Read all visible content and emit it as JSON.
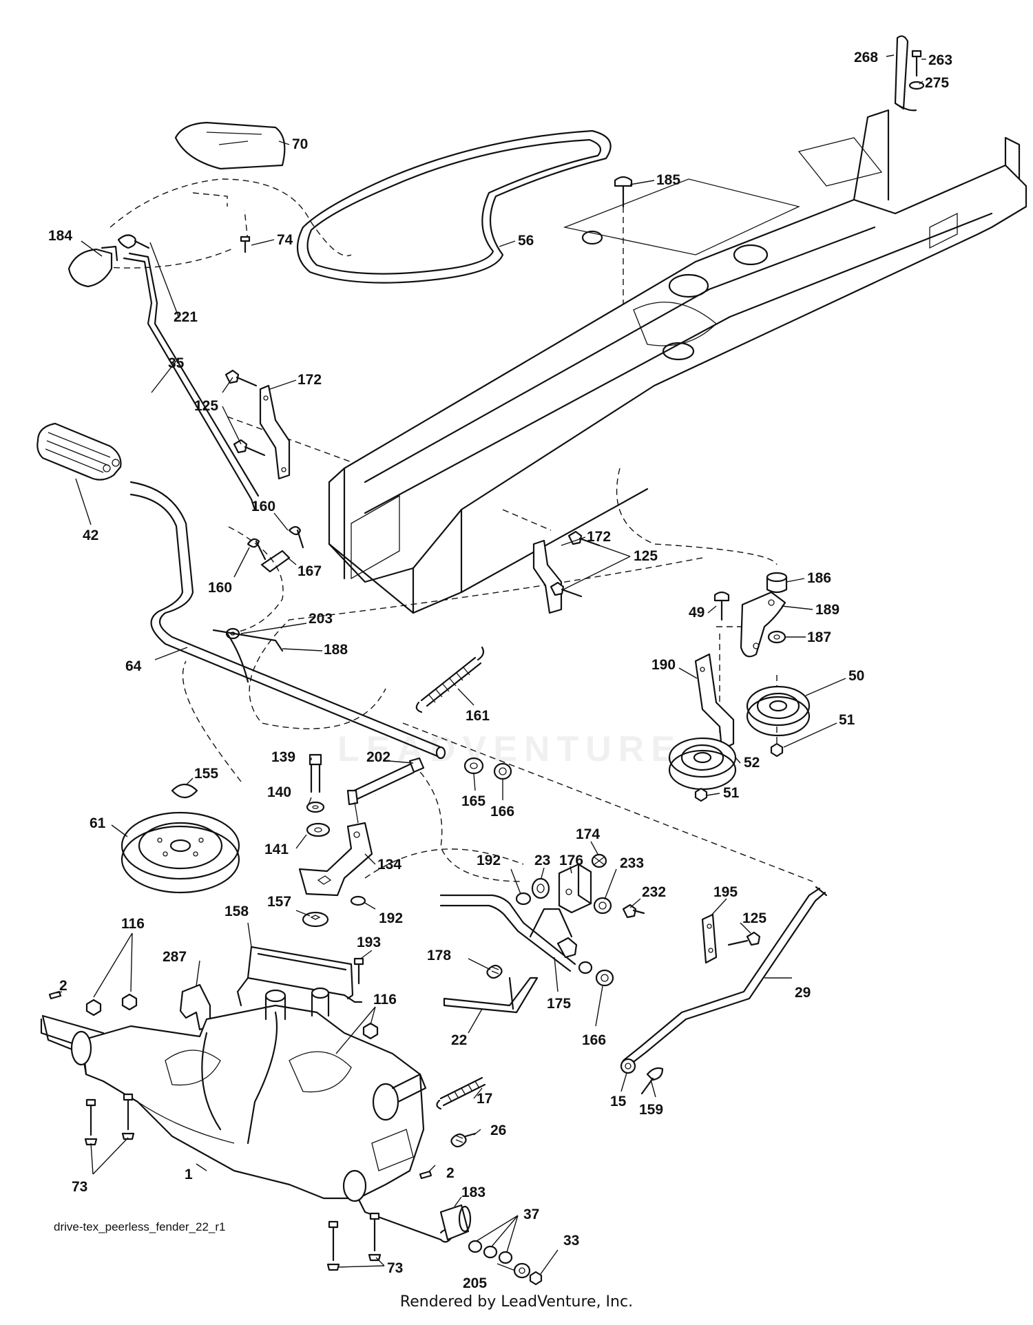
{
  "diagram_id": "drive-tex_peerless_fender_22_r1",
  "footer": "Rendered by LeadVenture, Inc.",
  "watermark": "LEADVENTURE",
  "callouts": [
    {
      "id": "c-268",
      "label": "268"
    },
    {
      "id": "c-263",
      "label": "263"
    },
    {
      "id": "c-275",
      "label": "275"
    },
    {
      "id": "c-70",
      "label": "70"
    },
    {
      "id": "c-185",
      "label": "185"
    },
    {
      "id": "c-56",
      "label": "56"
    },
    {
      "id": "c-74",
      "label": "74"
    },
    {
      "id": "c-221",
      "label": "221"
    },
    {
      "id": "c-184",
      "label": "184"
    },
    {
      "id": "c-35",
      "label": "35"
    },
    {
      "id": "c-172a",
      "label": "172"
    },
    {
      "id": "c-125a",
      "label": "125"
    },
    {
      "id": "c-42",
      "label": "42"
    },
    {
      "id": "c-160a",
      "label": "160"
    },
    {
      "id": "c-172b",
      "label": "172"
    },
    {
      "id": "c-125b",
      "label": "125"
    },
    {
      "id": "c-167",
      "label": "167"
    },
    {
      "id": "c-160b",
      "label": "160"
    },
    {
      "id": "c-186",
      "label": "186"
    },
    {
      "id": "c-189",
      "label": "189"
    },
    {
      "id": "c-49",
      "label": "49"
    },
    {
      "id": "c-203",
      "label": "203"
    },
    {
      "id": "c-187",
      "label": "187"
    },
    {
      "id": "c-188",
      "label": "188"
    },
    {
      "id": "c-64",
      "label": "64"
    },
    {
      "id": "c-50",
      "label": "50"
    },
    {
      "id": "c-190",
      "label": "190"
    },
    {
      "id": "c-51a",
      "label": "51"
    },
    {
      "id": "c-161",
      "label": "161"
    },
    {
      "id": "c-52",
      "label": "52"
    },
    {
      "id": "c-139",
      "label": "139"
    },
    {
      "id": "c-202",
      "label": "202"
    },
    {
      "id": "c-51b",
      "label": "51"
    },
    {
      "id": "c-155",
      "label": "155"
    },
    {
      "id": "c-140",
      "label": "140"
    },
    {
      "id": "c-165",
      "label": "165"
    },
    {
      "id": "c-166a",
      "label": "166"
    },
    {
      "id": "c-61",
      "label": "61"
    },
    {
      "id": "c-141",
      "label": "141"
    },
    {
      "id": "c-174",
      "label": "174"
    },
    {
      "id": "c-134",
      "label": "134"
    },
    {
      "id": "c-192a",
      "label": "192"
    },
    {
      "id": "c-23",
      "label": "23"
    },
    {
      "id": "c-176",
      "label": "176"
    },
    {
      "id": "c-233",
      "label": "233"
    },
    {
      "id": "c-195",
      "label": "195"
    },
    {
      "id": "c-157",
      "label": "157"
    },
    {
      "id": "c-192b",
      "label": "192"
    },
    {
      "id": "c-232",
      "label": "232"
    },
    {
      "id": "c-116a",
      "label": "116"
    },
    {
      "id": "c-158",
      "label": "158"
    },
    {
      "id": "c-125c",
      "label": "125"
    },
    {
      "id": "c-193",
      "label": "193"
    },
    {
      "id": "c-178",
      "label": "178"
    },
    {
      "id": "c-287",
      "label": "287"
    },
    {
      "id": "c-116b",
      "label": "116"
    },
    {
      "id": "c-175",
      "label": "175"
    },
    {
      "id": "c-29",
      "label": "29"
    },
    {
      "id": "c-2a",
      "label": "2"
    },
    {
      "id": "c-22",
      "label": "22"
    },
    {
      "id": "c-166b",
      "label": "166"
    },
    {
      "id": "c-17",
      "label": "17"
    },
    {
      "id": "c-15",
      "label": "15"
    },
    {
      "id": "c-159",
      "label": "159"
    },
    {
      "id": "c-26",
      "label": "26"
    },
    {
      "id": "c-73a",
      "label": "73"
    },
    {
      "id": "c-2b",
      "label": "2"
    },
    {
      "id": "c-1",
      "label": "1"
    },
    {
      "id": "c-183",
      "label": "183"
    },
    {
      "id": "c-37",
      "label": "37"
    },
    {
      "id": "c-33",
      "label": "33"
    },
    {
      "id": "c-205",
      "label": "205"
    },
    {
      "id": "c-73b",
      "label": "73"
    }
  ]
}
